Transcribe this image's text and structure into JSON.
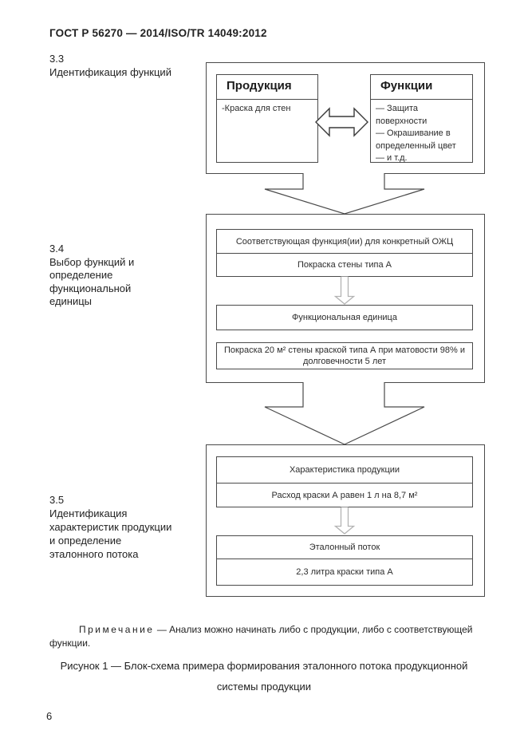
{
  "doc": {
    "header": "ГОСТ Р 56270 — 2014/ISO/TR 14049:2012",
    "page_number": "6",
    "note": {
      "label": "Примечание",
      "dash": "—",
      "text": "Анализ можно начинать либо с продукции, либо с соответствующей функции."
    },
    "caption": {
      "line1": "Рисунок 1 — Блок-схема примера формирования эталонного потока продукционной",
      "line2": "системы продукции"
    }
  },
  "sections": {
    "s33": {
      "number": "3.3",
      "title": "Идентификация функций"
    },
    "s34": {
      "number": "3.4",
      "title": "Выбор функций и\nопределение\nфункциональной\nединицы"
    },
    "s35": {
      "number": "3.5",
      "title": "Идентификация\nхарактеристик продукции\nи определение\nэталонного потока"
    }
  },
  "diagram": {
    "product_box": {
      "title": "Продукция",
      "items": [
        "-Краска для стен"
      ]
    },
    "functions_box": {
      "title": "Функции",
      "items": [
        "— Защита поверхности",
        "— Окрашивание в определенный цвет",
        "— и т.д."
      ]
    },
    "function_selection": {
      "row1": "Соответствующая функция(ии) для конкретный ОЖЦ",
      "row2": "Покраска стены типа А",
      "unit_title": "Функциональная единица",
      "unit_text": "Покраска 20 м² стены краской типа А при матовости 98% и долговечности 5 лет"
    },
    "reference_flow": {
      "row1": "Характеристика продукции",
      "row2": "Расход краски А равен 1 л на 8,7 м²",
      "flow_title": "Эталонный поток",
      "flow_text": "2,3 литра краски типа А"
    },
    "icons": {
      "double_arrow": "left-right-double-arrow",
      "big_down_arrow": "large-hollow-down-arrow",
      "small_down_arrow": "thin-gray-down-arrow"
    },
    "colors": {
      "border": "#4a4a4a",
      "small_arrow": "#b3b3b3",
      "text": "#222222",
      "background": "#ffffff"
    }
  }
}
